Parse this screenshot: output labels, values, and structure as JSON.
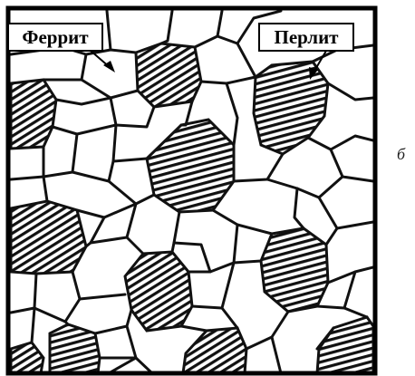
{
  "labels": {
    "ferrite": "Феррит",
    "pearlite": "Перлит"
  },
  "figure_letter": "б",
  "colors": {
    "grain_boundary": "#111111",
    "background": "#ffffff",
    "frame": "#000000"
  }
}
